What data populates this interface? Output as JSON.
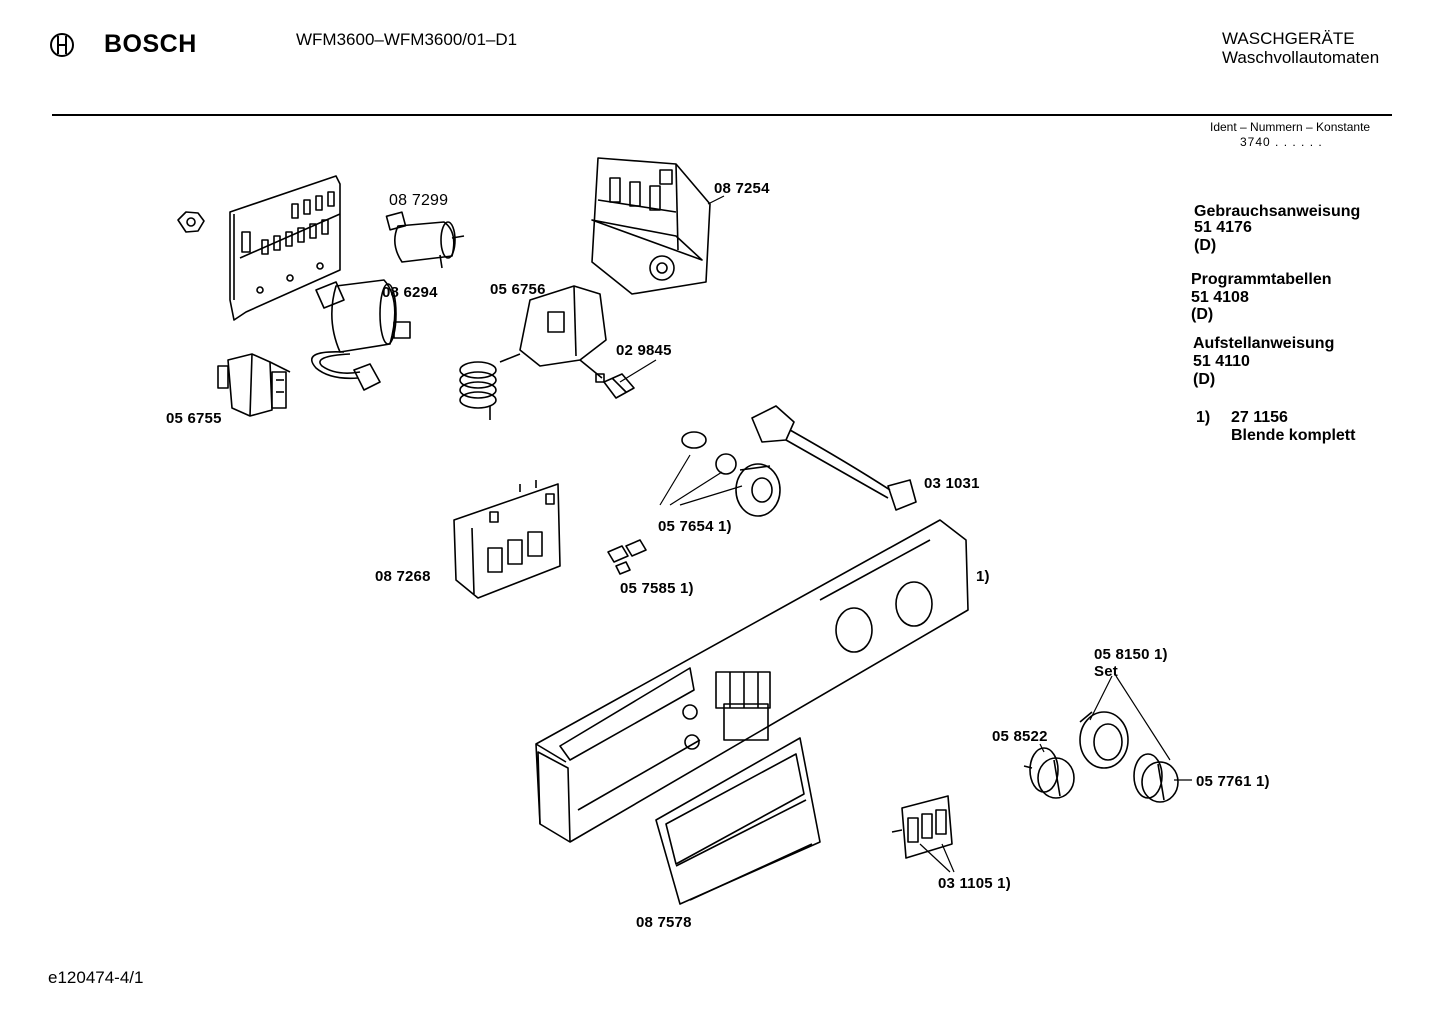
{
  "header": {
    "brand": "BOSCH",
    "model": "WFM3600–WFM3600/01–D1",
    "category": "WASCHGERÄTE",
    "subcategory": "Waschvollautomaten",
    "ident_label": "Ident – Nummern – Konstante",
    "ident_value": "3740 . .   . . . ."
  },
  "documents": [
    {
      "title": "Gebrauchsanweisung",
      "number": "51 4176",
      "lang": "(D)"
    },
    {
      "title": "Programmtabellen",
      "number": "51 4108",
      "lang": "(D)"
    },
    {
      "title": "Aufstellanweisung",
      "number": "51 4110",
      "lang": "(D)"
    }
  ],
  "footnote": {
    "marker": "1)",
    "number": "27 1156",
    "text": "Blende komplett"
  },
  "parts": {
    "p087299": "08 7299",
    "p087254": "08 7254",
    "p086294": "08 6294",
    "p056756": "05 6756",
    "p029845": "02 9845",
    "p056755": "05 6755",
    "p031031": "03 1031",
    "p057654": "05 7654 1)",
    "p087268": "08 7268",
    "p057585": "05 7585 1)",
    "p_panel": "1)",
    "p058150": "05 8150 1)",
    "p058150_set": "Set",
    "p058522": "05 8522",
    "p057761": "05 7761 1)",
    "p031105": "03 1105 1)",
    "p087578": "08 7578"
  },
  "footer": {
    "code": "e120474-4/1"
  }
}
